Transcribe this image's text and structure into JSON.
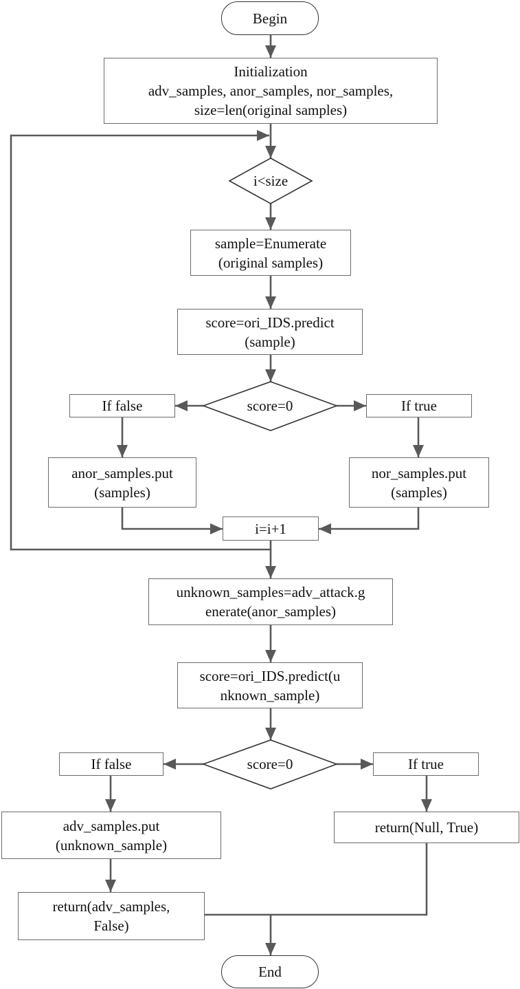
{
  "flowchart": {
    "begin": "Begin",
    "init": [
      "Initialization",
      "adv_samples, anor_samples, nor_samples,",
      "size=len(original samples)"
    ],
    "cond_loop": "i<size",
    "enumerate": [
      "sample=Enumerate",
      "(original samples)"
    ],
    "predict1": [
      "score=ori_IDS.predict",
      "(sample)"
    ],
    "cond1": "score=0",
    "false1": "If false",
    "true1": "If true",
    "anor_put": [
      "anor_samples.put",
      "(samples)"
    ],
    "nor_put": [
      "nor_samples.put",
      "(samples)"
    ],
    "increment": "i=i+1",
    "generate": [
      "unknown_samples=adv_attack.g",
      "enerate(anor_samples)"
    ],
    "predict2": [
      "score=ori_IDS.predict(u",
      "nknown_sample)"
    ],
    "cond2": "score=0",
    "false2": "If false",
    "true2": "If true",
    "adv_put": [
      "adv_samples.put",
      "(unknown_sample)"
    ],
    "return_adv": [
      "return(adv_samples,",
      "False)"
    ],
    "return_null": "return(Null, True)",
    "end": "End"
  },
  "colors": {
    "arrow": "#595959",
    "box_border": "#6b6b6b",
    "terminal_border": "#333333",
    "text": "#111111"
  }
}
